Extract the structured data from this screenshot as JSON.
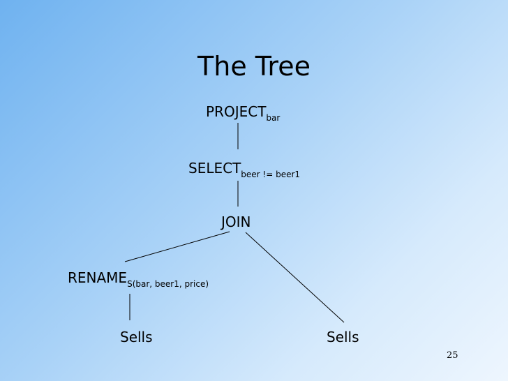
{
  "slide": {
    "title": "The Tree",
    "page_number": "25"
  },
  "tree": {
    "project": {
      "label": "PROJECT",
      "subscript": "bar"
    },
    "select": {
      "label": "SELECT",
      "subscript": "beer != beer1"
    },
    "join": {
      "label": "JOIN"
    },
    "rename": {
      "label": "RENAME",
      "subscript": "S(bar, beer1, price)"
    },
    "sells_left": {
      "label": "Sells"
    },
    "sells_right": {
      "label": "Sells"
    }
  }
}
